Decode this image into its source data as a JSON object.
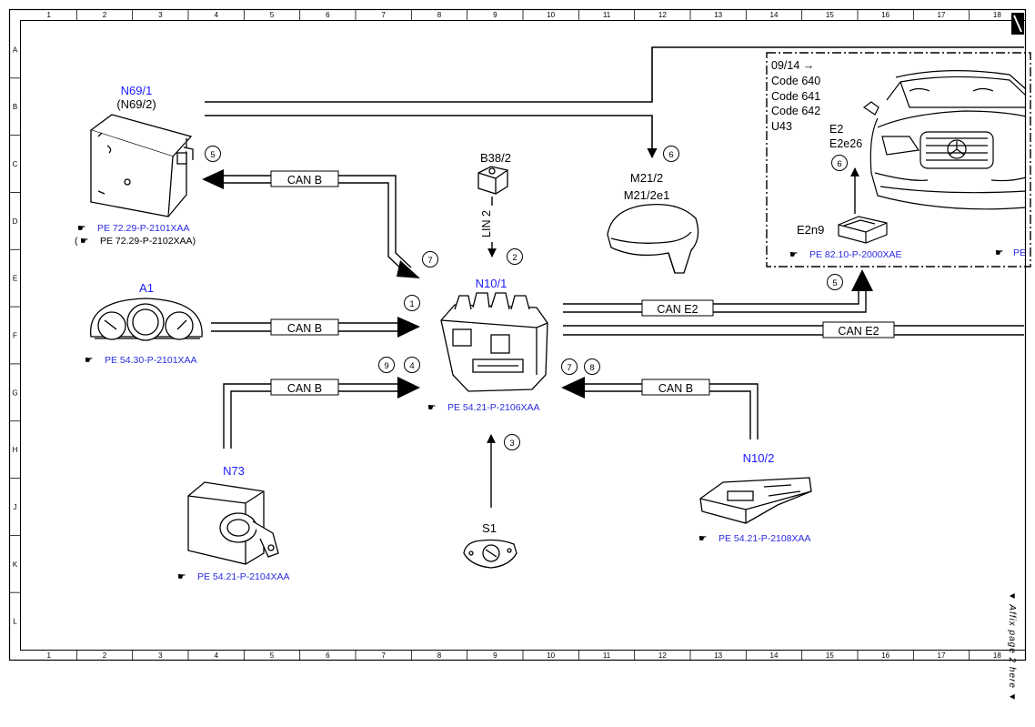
{
  "grid": {
    "columns": [
      "1",
      "2",
      "3",
      "4",
      "5",
      "6",
      "7",
      "8",
      "9",
      "10",
      "11",
      "12",
      "13",
      "14",
      "15",
      "16",
      "17",
      "18"
    ],
    "rows": [
      "A",
      "B",
      "C",
      "D",
      "E",
      "F",
      "G",
      "H",
      "J",
      "K",
      "L"
    ]
  },
  "components": {
    "n69_1": {
      "label": "N69/1",
      "alt_label": "(N69/2)",
      "ref": "PE 72.29-P-2101XAA",
      "alt_ref": "PE 72.29-P-2102XAA)",
      "alt_ref_open": "("
    },
    "a1": {
      "label": "A1",
      "ref": "PE 54.30-P-2101XAA"
    },
    "n73": {
      "label": "N73",
      "ref": "PE 54.21-P-2104XAA"
    },
    "b38_2": {
      "label": "B38/2"
    },
    "n10_1": {
      "label": "N10/1",
      "ref": "PE 54.21-P-2106XAA"
    },
    "s1": {
      "label": "S1"
    },
    "m21_2": {
      "label": "M21/2",
      "alt_label": "M21/2e1"
    },
    "n10_2": {
      "label": "N10/2",
      "ref": "PE 54.21-P-2108XAA"
    },
    "e2n9": {
      "label": "E2n9",
      "ref": "PE 82.10-P-2000XAE"
    },
    "e2": {
      "label": "E2",
      "alt_label": "E2e26"
    }
  },
  "inset": {
    "lines": [
      "09/14 →",
      "Code 640",
      "Code 641",
      "Code 642",
      "U43"
    ],
    "ref_cut": "PE"
  },
  "buses": {
    "can_b_1": "CAN B",
    "can_b_2": "CAN B",
    "can_b_3": "CAN B",
    "can_b_4": "CAN B",
    "lin_2": "LIN 2",
    "can_e2_1": "CAN E2",
    "can_e2_2": "CAN E2"
  },
  "callouts": {
    "c1": "1",
    "c2": "2",
    "c3": "3",
    "c4": "4",
    "c5_n69": "5",
    "c5_inset": "5",
    "c6_m21": "6",
    "c6_inset": "6",
    "c7_n69": "7",
    "c7_n10": "7",
    "c8": "8",
    "c9": "9"
  },
  "affix_note": "▼ Affix page 2 here ▼"
}
